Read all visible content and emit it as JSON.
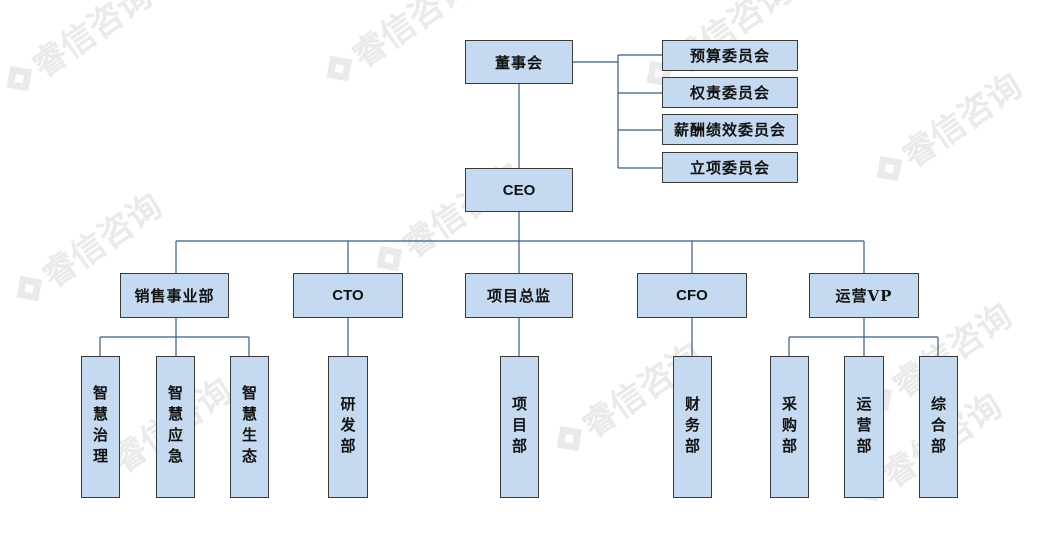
{
  "watermark": {
    "text": "睿信咨询",
    "color": "#d9d9d9"
  },
  "colors": {
    "box_fill": "#c5daf0",
    "box_border": "#3a3a3a",
    "line": "#3a5a80"
  },
  "board": {
    "label": "董事会"
  },
  "committees": [
    {
      "label": "预算委员会"
    },
    {
      "label": "权责委员会"
    },
    {
      "label": "薪酬绩效委员会"
    },
    {
      "label": "立项委员会"
    }
  ],
  "ceo": {
    "label": "CEO"
  },
  "divisions": [
    {
      "label": "销售事业部",
      "units": [
        "智慧治理",
        "智慧应急",
        "智慧生态"
      ]
    },
    {
      "label": "CTO",
      "units": [
        "研发部"
      ]
    },
    {
      "label": "项目总监",
      "units": [
        "项目部"
      ]
    },
    {
      "label": "CFO",
      "units": [
        "财务部"
      ]
    },
    {
      "label": "运营VP",
      "units": [
        "采购部",
        "运营部",
        "综合部"
      ]
    }
  ]
}
